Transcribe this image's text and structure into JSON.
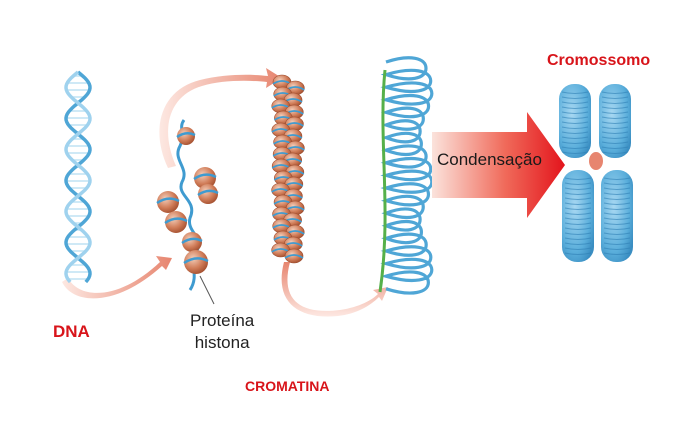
{
  "labels": {
    "dna": "DNA",
    "protein_line1": "Proteína",
    "protein_line2": "histona",
    "chromatin": "CROMATINA",
    "condensation": "Condensação",
    "chromosome": "Cromossomo"
  },
  "colors": {
    "label_red": "#d8141a",
    "dna_blue": "#4fa6d6",
    "dna_light": "#9fd2ee",
    "histone_brown": "#c46a45",
    "histone_light": "#eab39a",
    "arrow_red": "#e3262a",
    "arrow_pink": "#f6c9bd",
    "chromatin_green": "#56b04a"
  }
}
